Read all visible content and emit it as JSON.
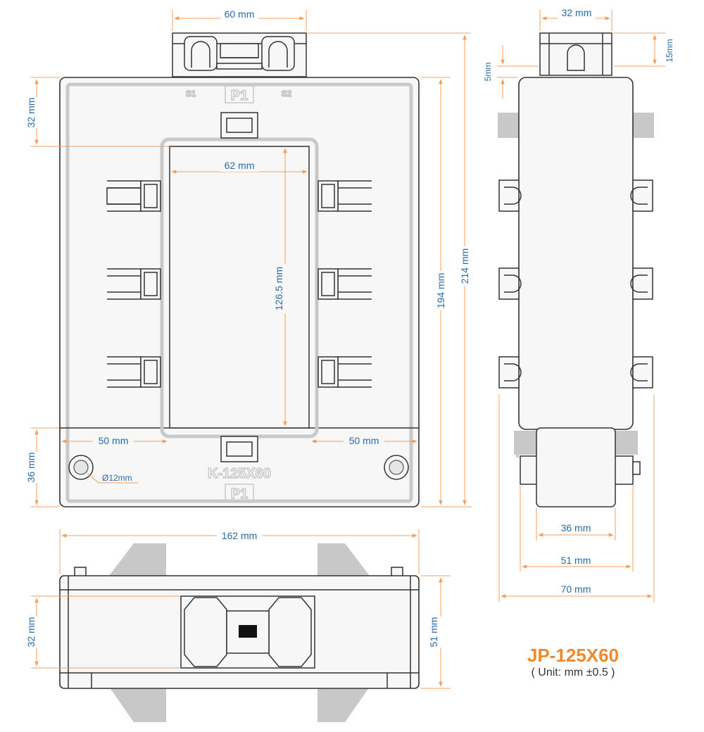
{
  "title": {
    "model": "JP-125X60",
    "unit_note": "( Unit: mm ±0.5 )"
  },
  "front_view": {
    "dims": {
      "top_tab_width": "60 mm",
      "top_height": "32 mm",
      "window_width": "62 mm",
      "window_height": "126.5 mm",
      "body_height": "194 mm",
      "total_height": "214 mm",
      "left_margin": "50 mm",
      "right_margin": "50 mm",
      "bottom_height": "36 mm",
      "hole_diameter": "Ø12mm"
    },
    "labels": {
      "s1": "S1",
      "p1_top": "P1",
      "s2": "S2",
      "model_emboss": "K-125X60",
      "p1_bottom": "P1"
    }
  },
  "side_view": {
    "dims": {
      "top_width": "32 mm",
      "top_tab_height": "15mm",
      "tab_gap": "5mm",
      "inner_width": "36 mm",
      "mid_width": "51 mm",
      "total_width": "70 mm"
    }
  },
  "bottom_view": {
    "dims": {
      "total_width": "162 mm",
      "center_height": "32 mm",
      "total_height": "51 mm"
    }
  },
  "colors": {
    "dimension_line": "#f0a060",
    "dimension_text": "#2a6aa8",
    "outline": "#333333",
    "accent_title": "#ef8a2c"
  }
}
